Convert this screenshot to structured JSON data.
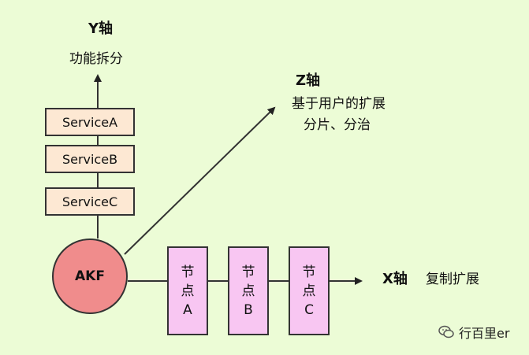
{
  "y_axis": {
    "title": "Y轴",
    "description": "功能拆分"
  },
  "z_axis": {
    "title": "Z轴",
    "description_line1": "基于用户的扩展",
    "description_line2": "分片、分治"
  },
  "x_axis": {
    "title": "X轴",
    "description": "复制扩展"
  },
  "center": {
    "label": "AKF"
  },
  "services": [
    "ServiceA",
    "ServiceB",
    "ServiceC"
  ],
  "nodes": [
    {
      "line1": "节",
      "line2": "点",
      "line3": "A"
    },
    {
      "line1": "节",
      "line2": "点",
      "line3": "B"
    },
    {
      "line1": "节",
      "line2": "点",
      "line3": "C"
    }
  ],
  "watermark": {
    "text": "行百里er",
    "icon": "wechat-icon"
  },
  "colors": {
    "background": "#ecfcd6",
    "akf_fill": "#f08c8c",
    "service_fill": "#fde8d3",
    "node_fill": "#f8c6f2",
    "line": "#333333"
  }
}
